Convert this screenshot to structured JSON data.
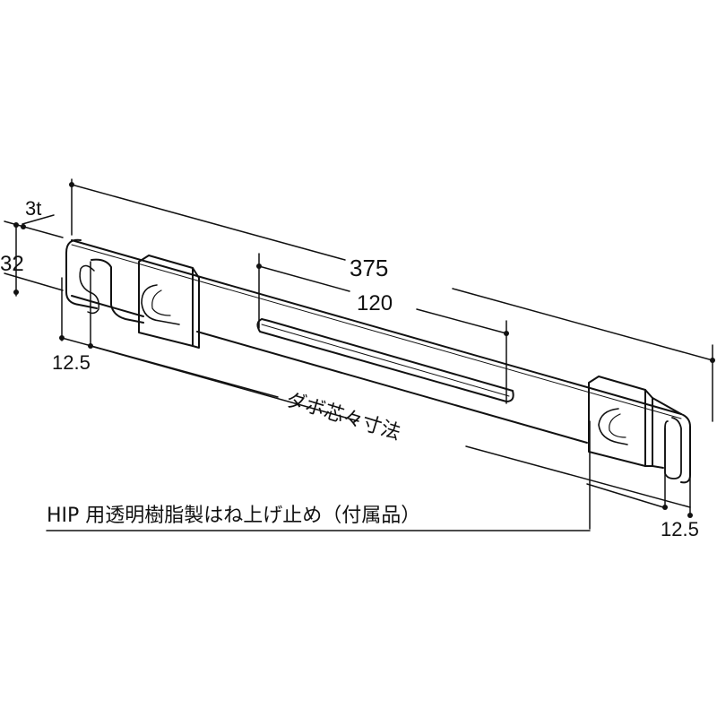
{
  "drawing": {
    "type": "technical-drawing",
    "subject": "shelf support bracket (isometric view)",
    "line_color": "#111111",
    "background": "#ffffff"
  },
  "dimensions": {
    "thickness": "3t",
    "height": "32",
    "overall_length": "375",
    "slot_length": "120",
    "left_hook_offset": "12.5",
    "right_hook_offset": "12.5"
  },
  "labels": {
    "dowel_pitch": "ダボ芯々寸法",
    "accessory_note": "HIP 用透明樹脂製はね上げ止め（付属品）"
  }
}
